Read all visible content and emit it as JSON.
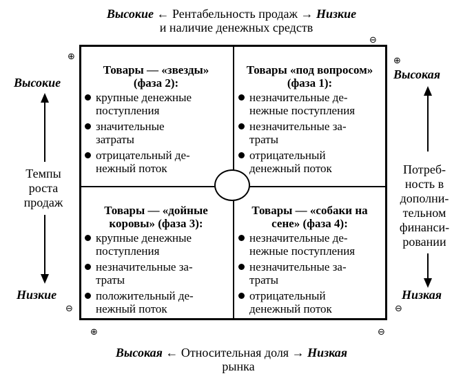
{
  "top_axis": {
    "left": "Высокие",
    "middle": "Рентабельность продаж",
    "right": "Низкие",
    "line2": "и наличие денежных средств",
    "arrow": "←",
    "arrow2": "→"
  },
  "bottom_axis": {
    "left": "Высокая",
    "middle": "Относительная доля",
    "right": "Низкая",
    "line2": "рынка",
    "arrow": "←",
    "arrow2": "→"
  },
  "left_axis": {
    "top": "Высокие",
    "bottom": "Низкие",
    "label": [
      "Темпы",
      "роста",
      "продаж"
    ]
  },
  "right_axis": {
    "top": "Высокая",
    "bottom": "Низкая",
    "label": [
      "Потреб-",
      "ность в",
      "дополни-",
      "тельном",
      "финанси-",
      "ровании"
    ]
  },
  "signs": {
    "plus": "⊕",
    "minus": "⊖"
  },
  "quadrants": {
    "stars": {
      "title": [
        "Товары — «звезды»",
        "(фаза 2):"
      ],
      "items": [
        [
          "крупные денежные",
          "поступления"
        ],
        [
          "значительные",
          "затраты"
        ],
        [
          "отрицательный де-",
          "нежный поток"
        ]
      ]
    },
    "question": {
      "title": [
        "Товары «под вопросом»",
        "(фаза 1):"
      ],
      "items": [
        [
          "незначительные де-",
          "нежные поступления"
        ],
        [
          "незначительные за-",
          "траты"
        ],
        [
          "отрицательный",
          "денежный поток"
        ]
      ]
    },
    "cows": {
      "title": [
        "Товары — «дойные",
        "коровы» (фаза 3):"
      ],
      "items": [
        [
          "крупные денежные",
          "поступления"
        ],
        [
          "незначительные за-",
          "траты"
        ],
        [
          "положительный де-",
          "нежный поток"
        ]
      ]
    },
    "dogs": {
      "title": [
        "Товары — «собаки на",
        "сене» (фаза 4):"
      ],
      "items": [
        [
          "незначительные де-",
          "нежные поступления"
        ],
        [
          "незначительные за-",
          "траты"
        ],
        [
          "отрицательный",
          "денежный поток"
        ]
      ]
    }
  }
}
